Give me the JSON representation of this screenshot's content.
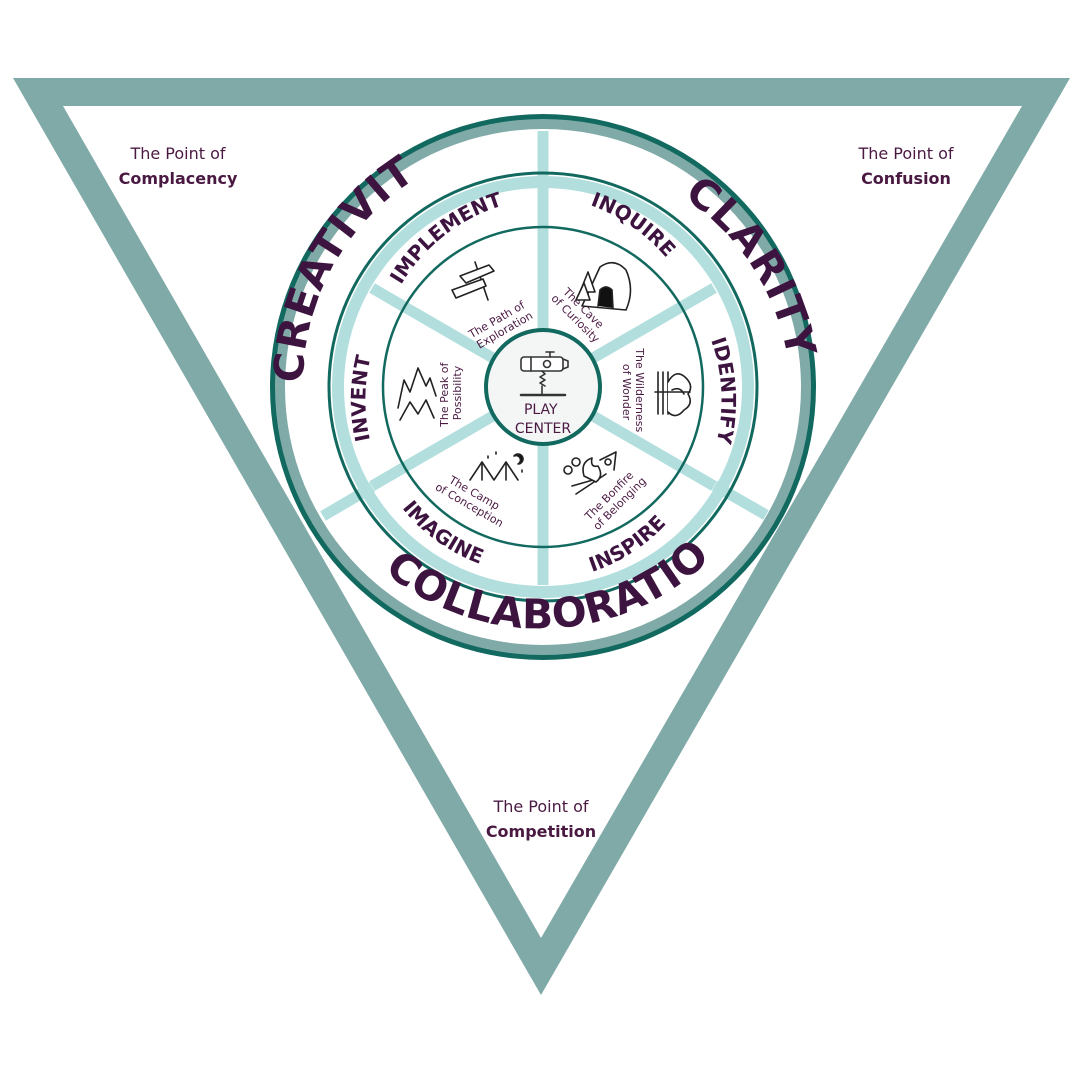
{
  "colors": {
    "triangle": "#80aaa7",
    "dark_teal": "#12695f",
    "light_teal": "#b2dfde",
    "plum": "#3d1440",
    "icon_ink": "#222222"
  },
  "points": {
    "complacency": {
      "prefix": "The Point of",
      "name": "Complacency"
    },
    "confusion": {
      "prefix": "The Point of",
      "name": "Confusion"
    },
    "competition": {
      "prefix": "The Point of",
      "name": "Competition"
    }
  },
  "pillars": {
    "creativity": "CREATIVITY",
    "clarity": "CLARITY",
    "collaboration": "COLLABORATION"
  },
  "stages": {
    "implement": "IMPLEMENT",
    "inquire": "INQUIRE",
    "identify": "IDENTIFY",
    "inspire": "INSPIRE",
    "imagine": "IMAGINE",
    "invent": "INVENT"
  },
  "places": {
    "path": {
      "line1": "The Path of",
      "line2": "Exploration",
      "icon": "signpost-icon"
    },
    "cave": {
      "line1": "The Cave",
      "line2": "of Curiosity",
      "icon": "cave-icon"
    },
    "wilderness": {
      "line1": "The Wilderness",
      "line2": "of Wonder",
      "icon": "forest-icon"
    },
    "bonfire": {
      "line1": "The Bonfire",
      "line2": "of Belonging",
      "icon": "bonfire-icon"
    },
    "camp": {
      "line1": "The Camp",
      "line2": "of Conception",
      "icon": "tent-icon"
    },
    "peak": {
      "line1": "The Peak of",
      "line2": "Possibility",
      "icon": "mountain-icon"
    }
  },
  "center": {
    "line1": "PLAY",
    "line2": "CENTER",
    "icon": "telescope-icon"
  }
}
